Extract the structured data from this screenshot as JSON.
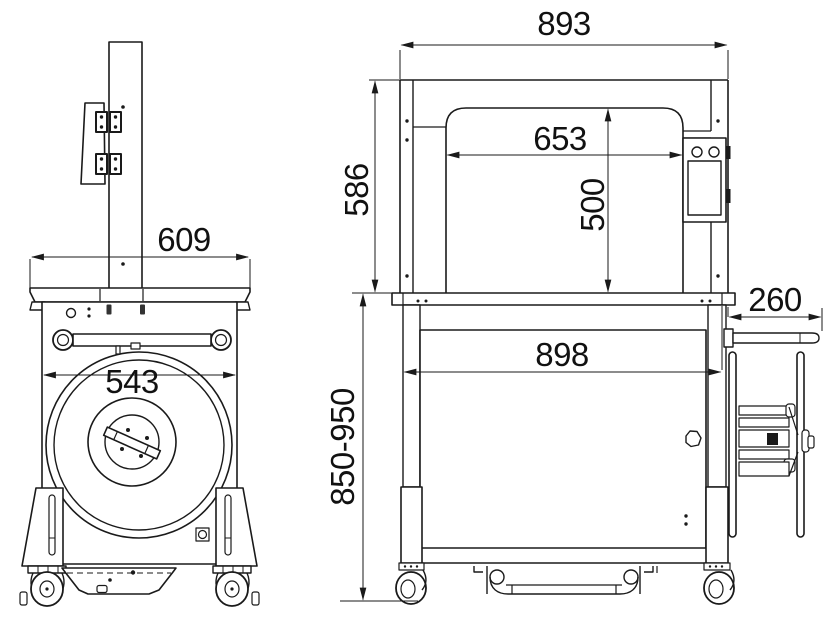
{
  "drawing": {
    "colors": {
      "line": "#1a1a1a",
      "background": "#ffffff"
    },
    "dims": {
      "front_table_width": "609",
      "coil_diameter": "543",
      "overall_width": "893",
      "arch_height": "586",
      "arch_inner_width": "653",
      "arch_inner_height": "500",
      "table_length": "898",
      "table_height_range": "850-950",
      "dispenser_offset": "260"
    }
  }
}
